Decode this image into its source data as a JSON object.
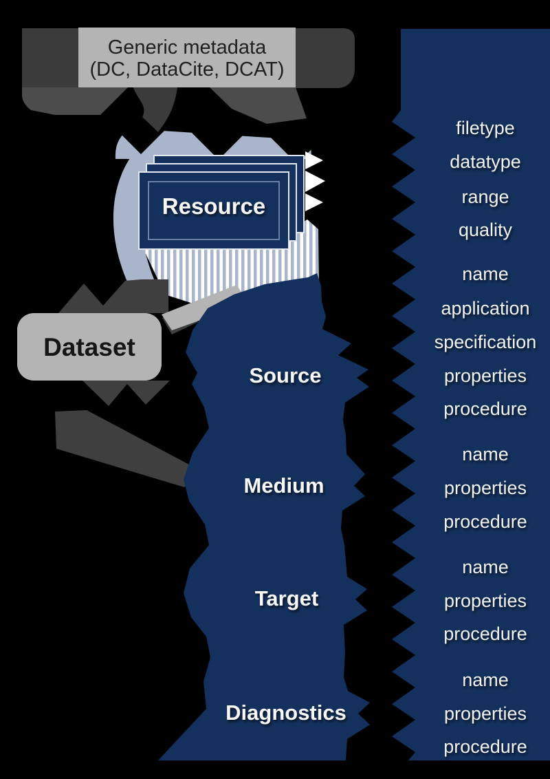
{
  "colors": {
    "background": "#000000",
    "navy": "#14305c",
    "steel": "#a8b5ca",
    "dark_gray": "#3b3b3b",
    "mid_gray": "#4c4c4c",
    "arrow_gray": "#3f3f3f",
    "light_gray": "#b4b4b4",
    "white": "#ffffff"
  },
  "generic_metadata": {
    "line1": "Generic metadata",
    "line2": "(DC, DataCite, DCAT)"
  },
  "dataset": {
    "label": "Dataset"
  },
  "resource": {
    "label": "Resource"
  },
  "process": {
    "source": "Source",
    "medium": "Medium",
    "target": "Target",
    "diagnostics": "Diagnostics"
  },
  "attributes": {
    "resource": [
      "filetype",
      "datatype",
      "range",
      "quality"
    ],
    "source": [
      "name",
      "application",
      "specification",
      "properties",
      "procedure"
    ],
    "medium": [
      "name",
      "properties",
      "procedure"
    ],
    "target": [
      "name",
      "properties",
      "procedure"
    ],
    "diagnostics": [
      "name",
      "properties",
      "procedure"
    ]
  }
}
